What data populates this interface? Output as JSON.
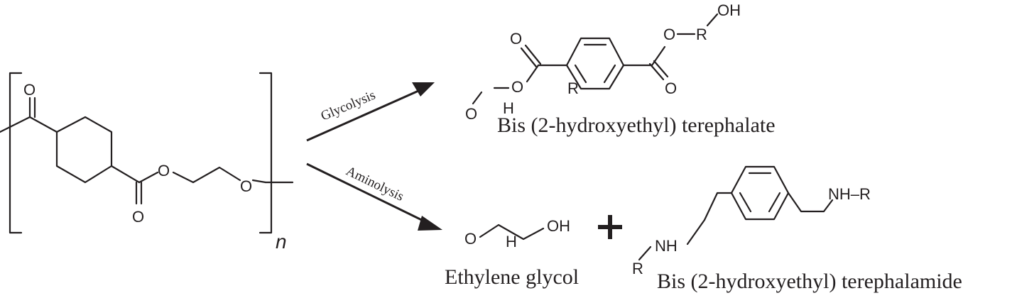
{
  "reactions": {
    "glycolysis": "Glycolysis",
    "aminolysis": "Aminolysis"
  },
  "polymer": {
    "repeat_index": "n",
    "atoms": {
      "o_top": "O",
      "o_carbonyl": "O",
      "o_ester": "O",
      "o_ether": "O"
    }
  },
  "products": {
    "bhet": {
      "name": "Bis (2-hydroxyethyl) terephalate",
      "atoms": {
        "o_left_carbonyl": "O",
        "o_left_ester": "O",
        "o_left_pendant": "O",
        "h_left": "H",
        "r_ring": "R",
        "o_right_carbonyl": "O",
        "o_right_ester": "O",
        "r_right": "R",
        "oh_right": "OH"
      }
    },
    "ethylene_glycol": {
      "name": "Ethylene glycol",
      "atoms": {
        "o_left": "O",
        "h_mid": "H",
        "oh_right": "OH"
      }
    },
    "terephthalamide": {
      "name": "Bis (2-hydroxyethyl) terephalamide",
      "atoms": {
        "nh_right": "NH–R",
        "nh_left": "NH",
        "r_left": "R"
      }
    }
  },
  "plus_sign": "+"
}
